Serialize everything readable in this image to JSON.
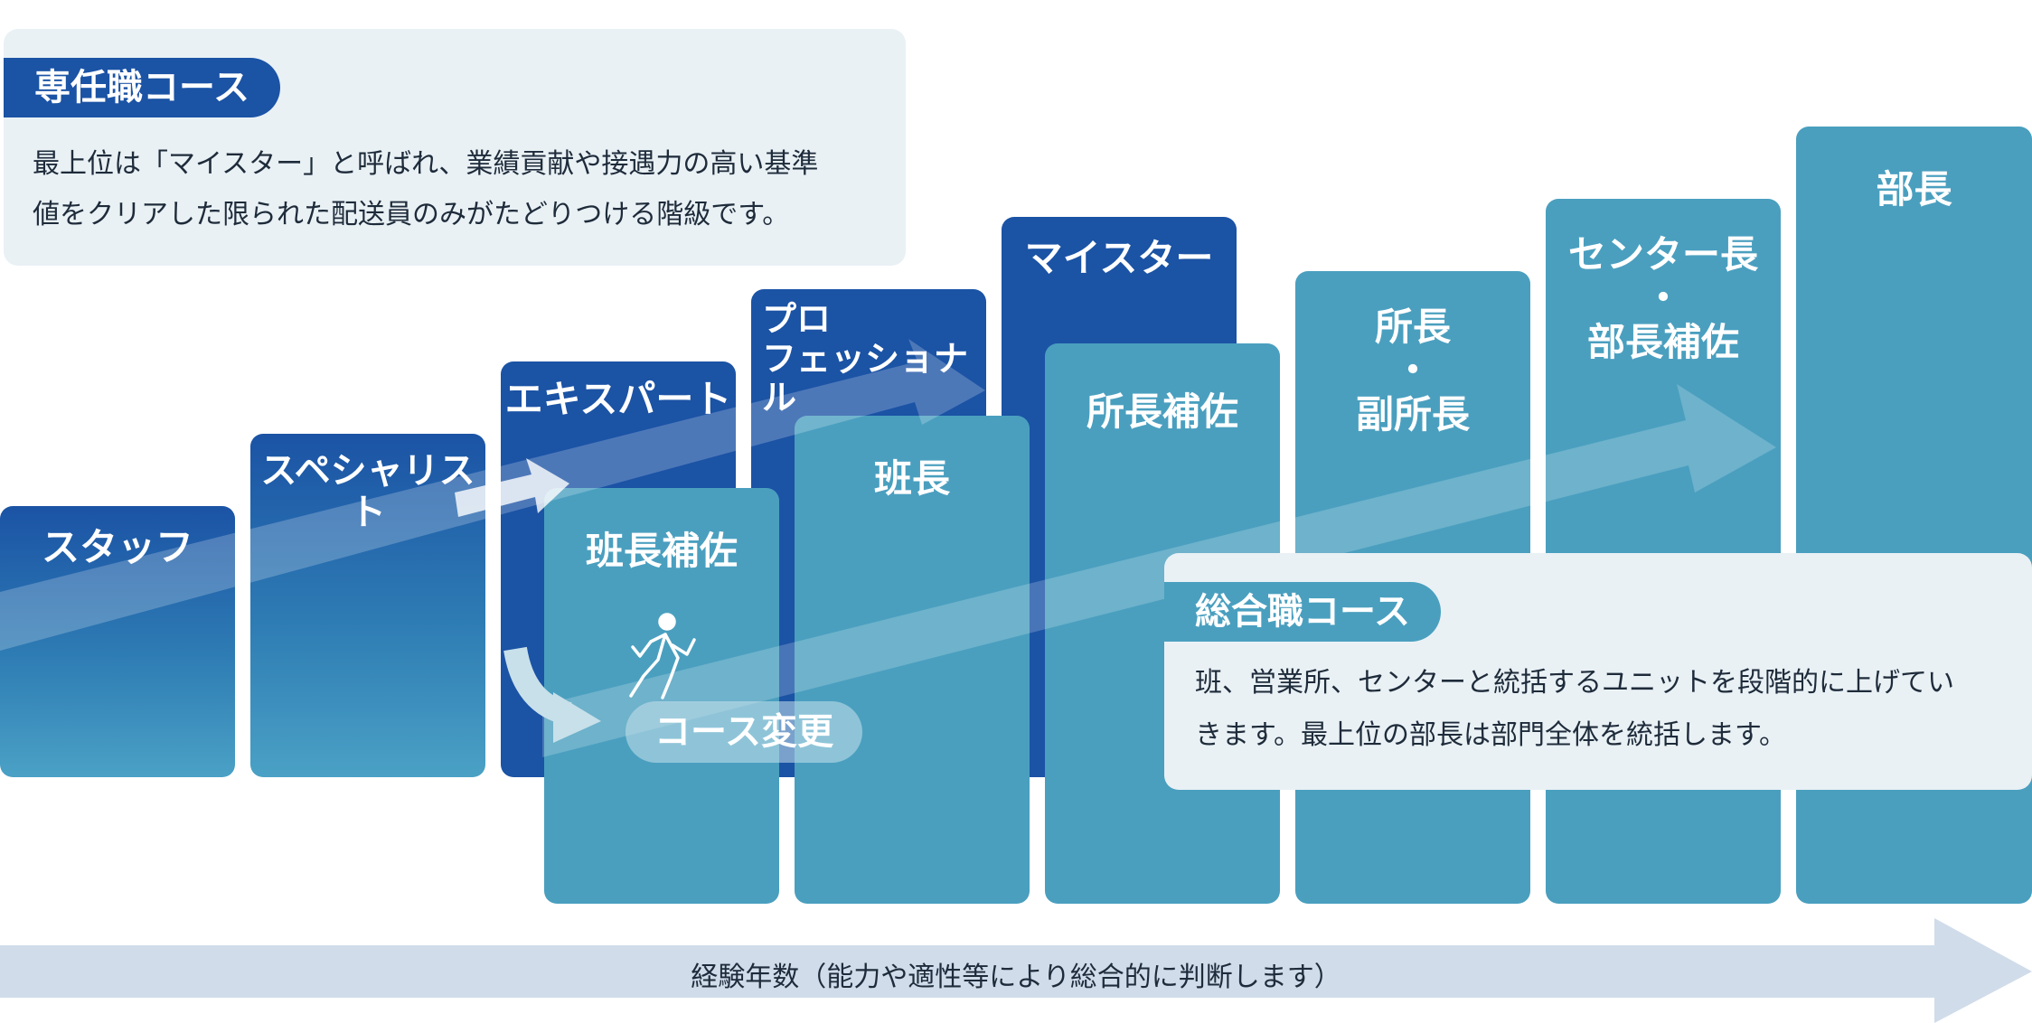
{
  "specialist_course": {
    "title": "専任職コース",
    "description_line1": "最上位は「マイスター」と呼ばれ、業績貢献や接遇力の高い基準",
    "description_line2": "値をクリアした限られた配送員のみがたどりつける階級です。",
    "levels": [
      "スタッフ",
      "スペシャリスト",
      "エキスパート",
      "プロ\nフェッショナル",
      "マイスター"
    ]
  },
  "general_course": {
    "title": "総合職コース",
    "description_line1": "班、営業所、センターと統括するユニットを段階的に上げてい",
    "description_line2": "きます。最上位の部長は部門全体を統括します。",
    "levels": [
      "班長補佐",
      "班長",
      "所長補佐",
      "所長\n・\n副所長",
      "センター長\n・\n部長補佐",
      "部長"
    ]
  },
  "course_change_label": "コース変更",
  "axis_label": "経験年数（能力や適性等により総合的に判断します）",
  "colors": {
    "specialist_dark": "#1b53a5",
    "general_teal": "#4a9fbf",
    "card_background": "#e9f1f5",
    "axis_arrow": "#d0dcea"
  },
  "icons": [
    "running-person-icon",
    "curved-arrow-icon",
    "small-arrow-icon"
  ]
}
